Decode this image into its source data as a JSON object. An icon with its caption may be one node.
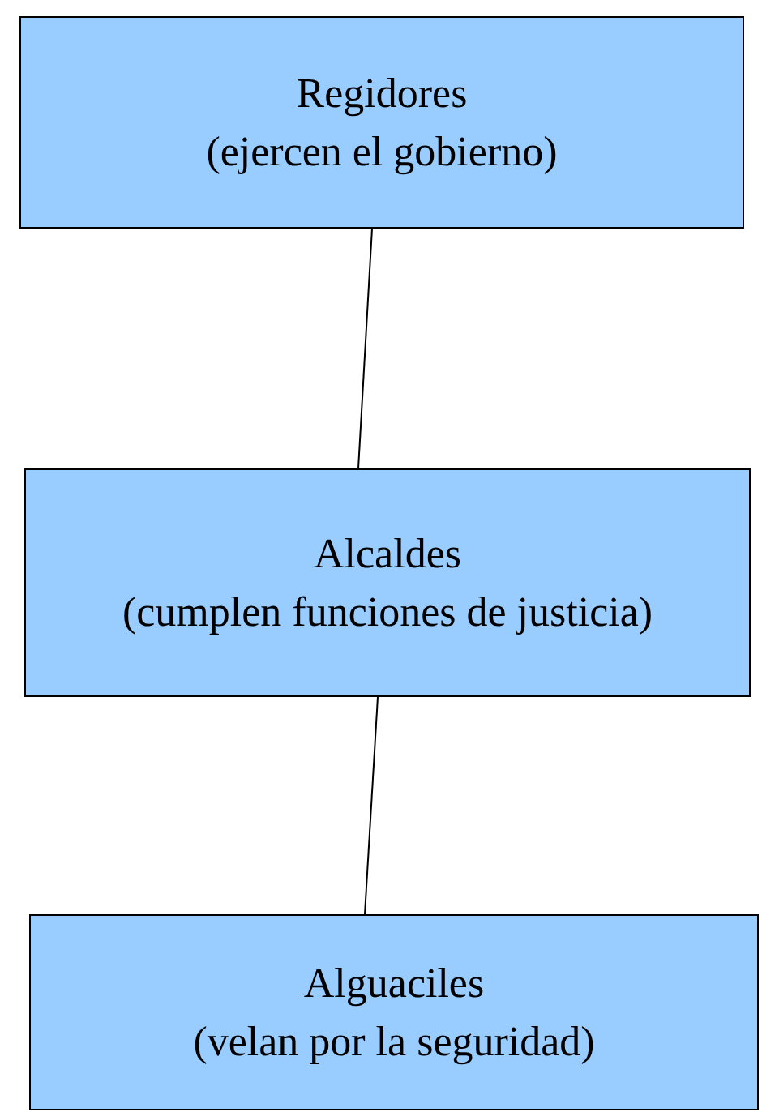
{
  "diagram": {
    "nodes": [
      {
        "text": [
          "Regidores",
          "(ejercen el gobierno)"
        ]
      },
      {
        "text": [
          "Alcaldes",
          "(cumplen funciones de justicia)"
        ]
      },
      {
        "text": [
          "Alguaciles",
          "(velan por la seguridad)"
        ]
      }
    ],
    "edges": [
      {
        "from": 0,
        "to": 1,
        "arrow": "none"
      },
      {
        "from": 1,
        "to": 2,
        "arrow": "none"
      }
    ]
  }
}
